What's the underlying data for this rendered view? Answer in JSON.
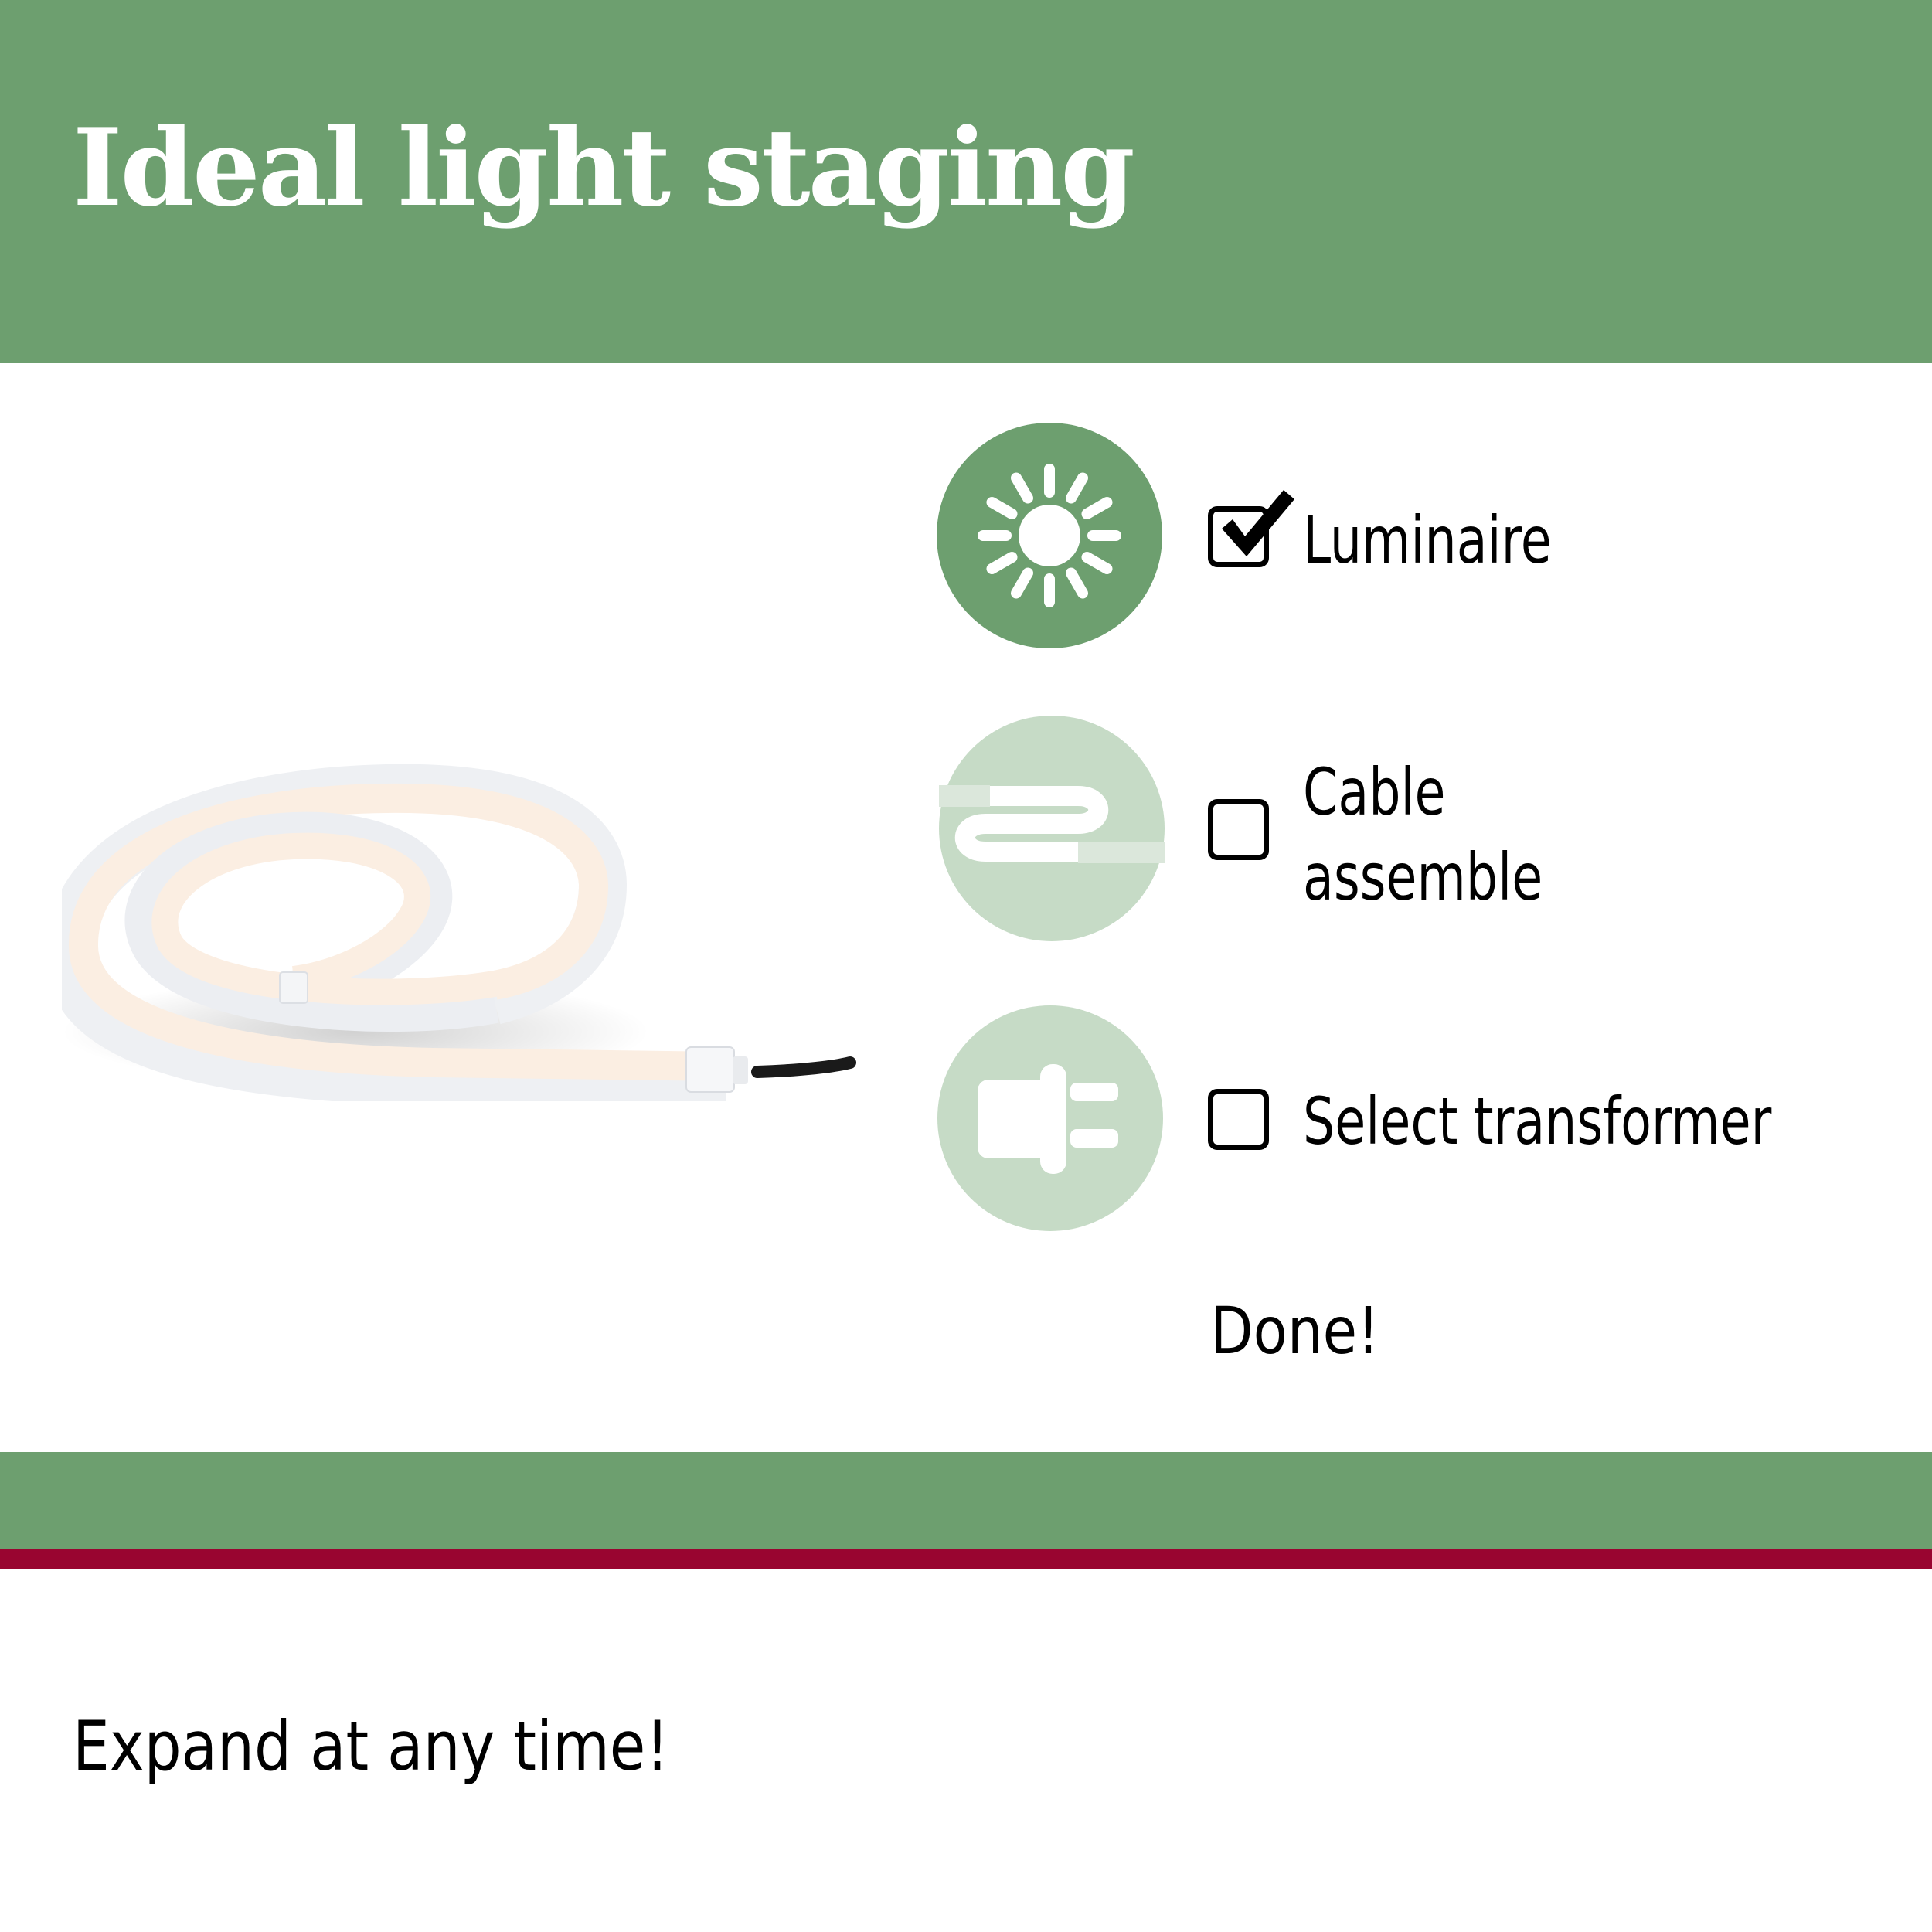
{
  "header": {
    "title": "Ideal light staging",
    "background_color": "#6d9f6f"
  },
  "product": {
    "image_alt": "LED neon flex strip coiled with black connector cable",
    "icon": "led-strip-image"
  },
  "steps": [
    {
      "label": "Luminaire",
      "icon": "sun-icon",
      "checked": true,
      "icon_color": "#6d9f6f",
      "active": true
    },
    {
      "label_line1": "Cable",
      "label_line2": "assemble",
      "icon": "cable-icon",
      "checked": false,
      "icon_color": "#c6dbc6",
      "active": false
    },
    {
      "label": "Select transformer",
      "icon": "plug-icon",
      "checked": false,
      "icon_color": "#c6dbc6",
      "active": false
    }
  ],
  "done_label": "Done!",
  "footer": {
    "band_color": "#6d9f6f",
    "accent_color": "#990530",
    "text": "Expand at any time!"
  }
}
